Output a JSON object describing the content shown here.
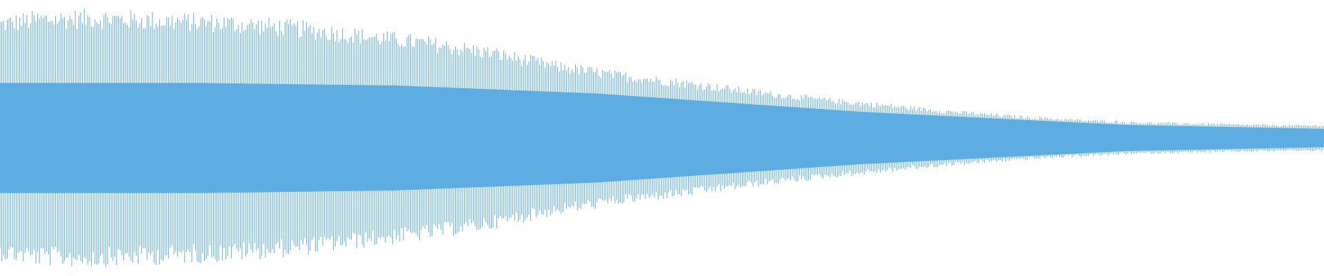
{
  "waveform": {
    "color": "#5dade2",
    "background": "#ffffff",
    "envelope": [
      [
        0.0,
        0.92
      ],
      [
        0.03,
        0.96
      ],
      [
        0.07,
        0.97
      ],
      [
        0.12,
        0.95
      ],
      [
        0.17,
        0.93
      ],
      [
        0.22,
        0.89
      ],
      [
        0.27,
        0.83
      ],
      [
        0.32,
        0.77
      ],
      [
        0.37,
        0.69
      ],
      [
        0.42,
        0.58
      ],
      [
        0.47,
        0.5
      ],
      [
        0.52,
        0.44
      ],
      [
        0.57,
        0.37
      ],
      [
        0.62,
        0.31
      ],
      [
        0.67,
        0.26
      ],
      [
        0.72,
        0.21
      ],
      [
        0.77,
        0.17
      ],
      [
        0.82,
        0.14
      ],
      [
        0.87,
        0.12
      ],
      [
        0.92,
        0.11
      ],
      [
        0.97,
        0.1
      ],
      [
        1.0,
        0.1
      ]
    ],
    "core": [
      [
        0.0,
        0.42
      ],
      [
        0.15,
        0.42
      ],
      [
        0.3,
        0.4
      ],
      [
        0.45,
        0.34
      ],
      [
        0.55,
        0.27
      ],
      [
        0.65,
        0.2
      ],
      [
        0.75,
        0.15
      ],
      [
        0.85,
        0.1
      ],
      [
        1.0,
        0.07
      ]
    ]
  }
}
